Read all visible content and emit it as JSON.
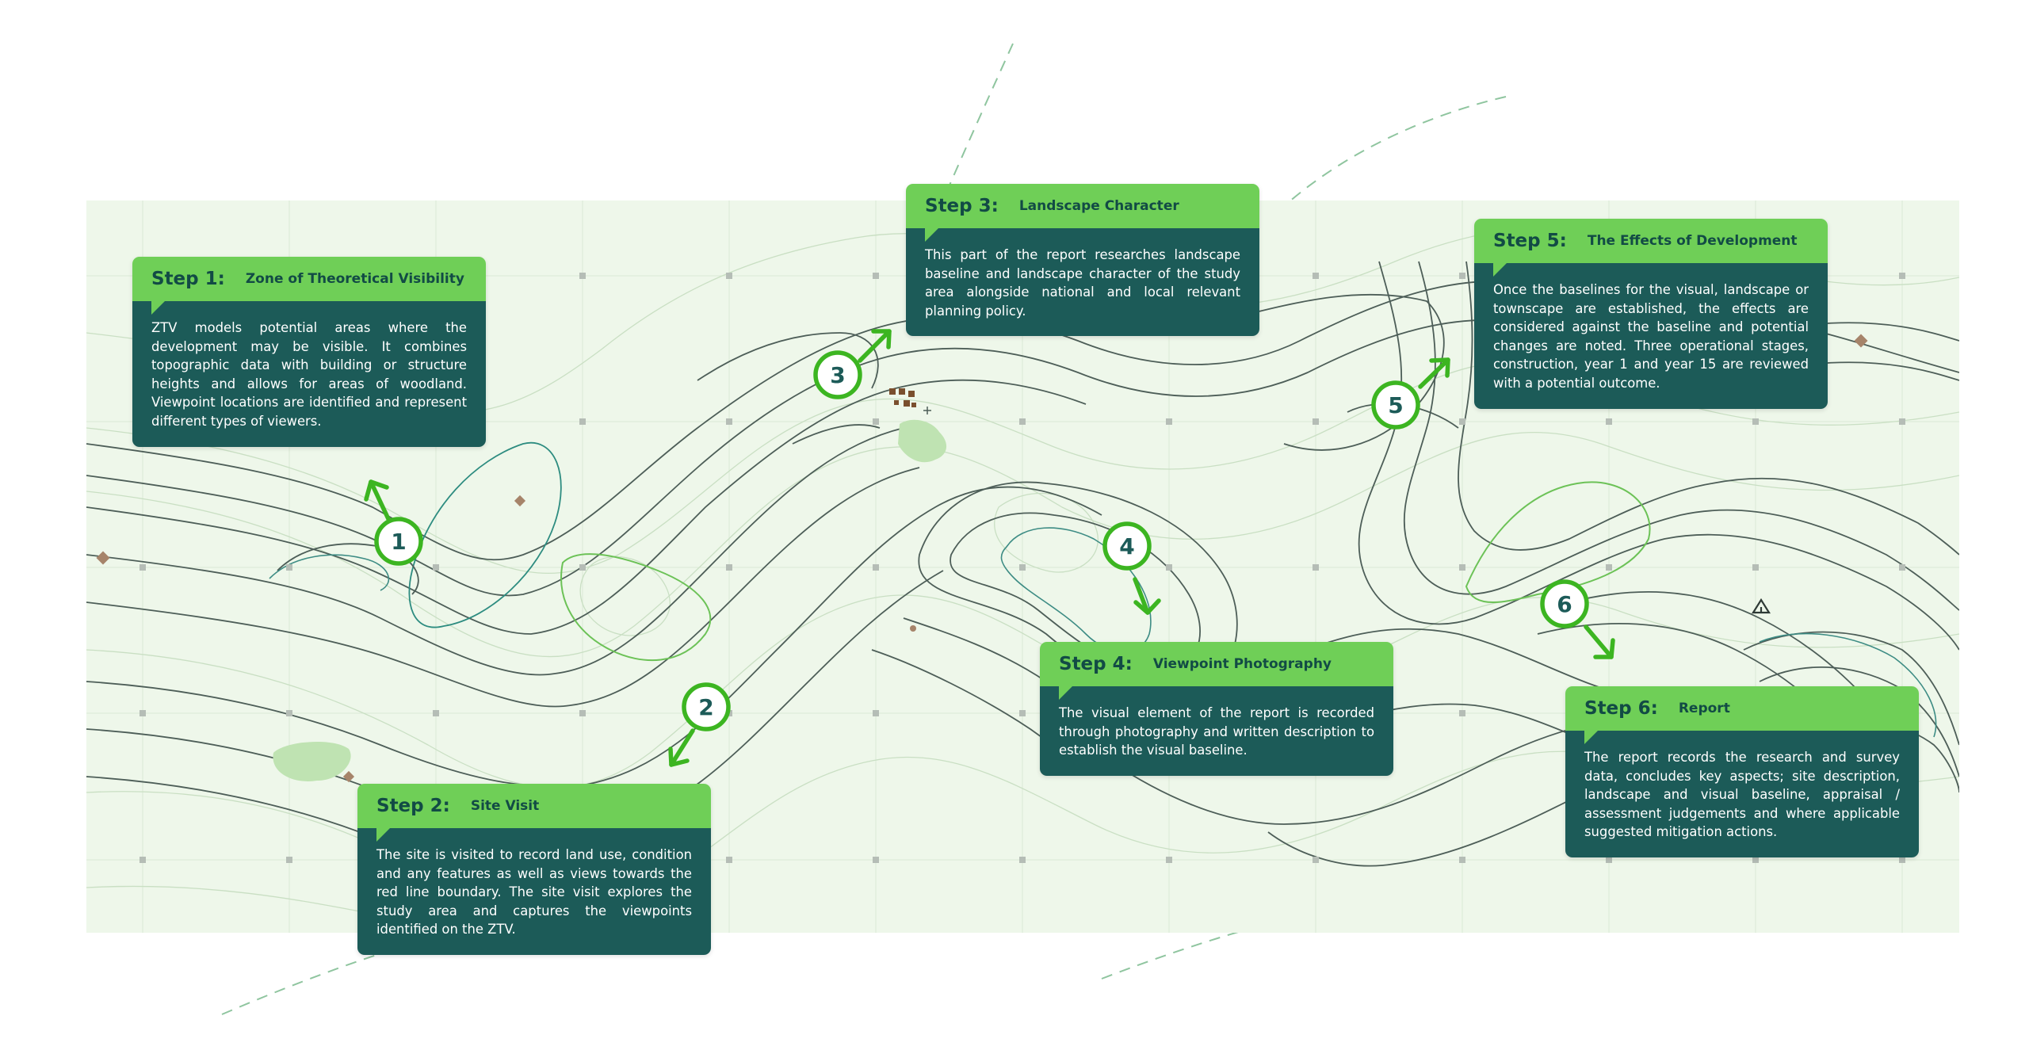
{
  "steps": [
    {
      "step": "Step 1:",
      "title": "Zone of Theoretical Visibility",
      "marker": "1",
      "body": "ZTV models potential areas where the development may be visible.  It combines topographic data with building or structure heights and allows for areas of woodland.  Viewpoint locations are identified and represent different types of viewers."
    },
    {
      "step": "Step 2:",
      "title": "Site Visit",
      "marker": "2",
      "body": "The site is visited to record land use, condition and any features as well as views towards the red line boundary.  The site visit explores the study area and captures the viewpoints identified on the ZTV."
    },
    {
      "step": "Step 3:",
      "title": "Landscape Character",
      "marker": "3",
      "body": "This part of the report researches landscape baseline and landscape character of the study area alongside national and local relevant planning policy."
    },
    {
      "step": "Step 4:",
      "title": "Viewpoint Photography",
      "marker": "4",
      "body": "The visual element of the report is recorded through photography and written description to establish the visual baseline."
    },
    {
      "step": "Step 5:",
      "title": "The Effects of Development",
      "marker": "5",
      "body": "Once the baselines for the visual, landscape or townscape are established, the effects are considered against the baseline and potential changes are noted. Three operational stages, construction, year 1 and year 15 are reviewed with a potential outcome."
    },
    {
      "step": "Step 6:",
      "title": "Report",
      "marker": "6",
      "body": "The report records the research and survey data, concludes key aspects; site description, landscape and visual baseline, appraisal / assessment judgements and where applicable suggested mitigation actions."
    }
  ],
  "colors": {
    "header_green": "#6fcf57",
    "body_teal": "#1c5b58",
    "marker_green": "#3cb521",
    "map_bg": "#eef7ea"
  },
  "icons": [
    "arrow-icon",
    "tent-icon",
    "building-cluster-icon",
    "woodland-patch-icon",
    "grid-point-icon"
  ]
}
